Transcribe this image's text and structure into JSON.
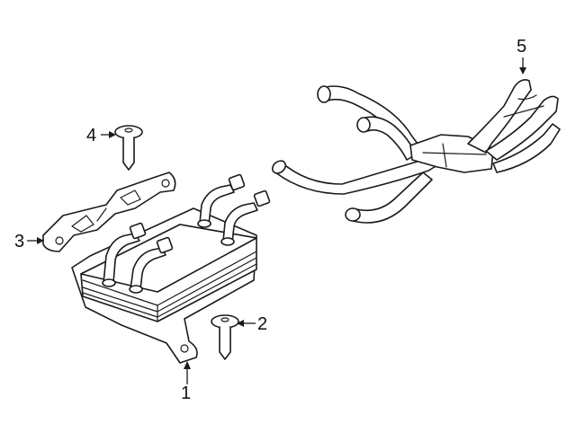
{
  "callouts": [
    {
      "id": "1",
      "label": "1",
      "part": "transmission-oil-cooler"
    },
    {
      "id": "2",
      "label": "2",
      "part": "bolt"
    },
    {
      "id": "3",
      "label": "3",
      "part": "mounting-bracket"
    },
    {
      "id": "4",
      "label": "4",
      "part": "bolt"
    },
    {
      "id": "5",
      "label": "5",
      "part": "cooler-hoses"
    }
  ],
  "colors": {
    "line": "#1a1a1a",
    "background": "#ffffff"
  }
}
